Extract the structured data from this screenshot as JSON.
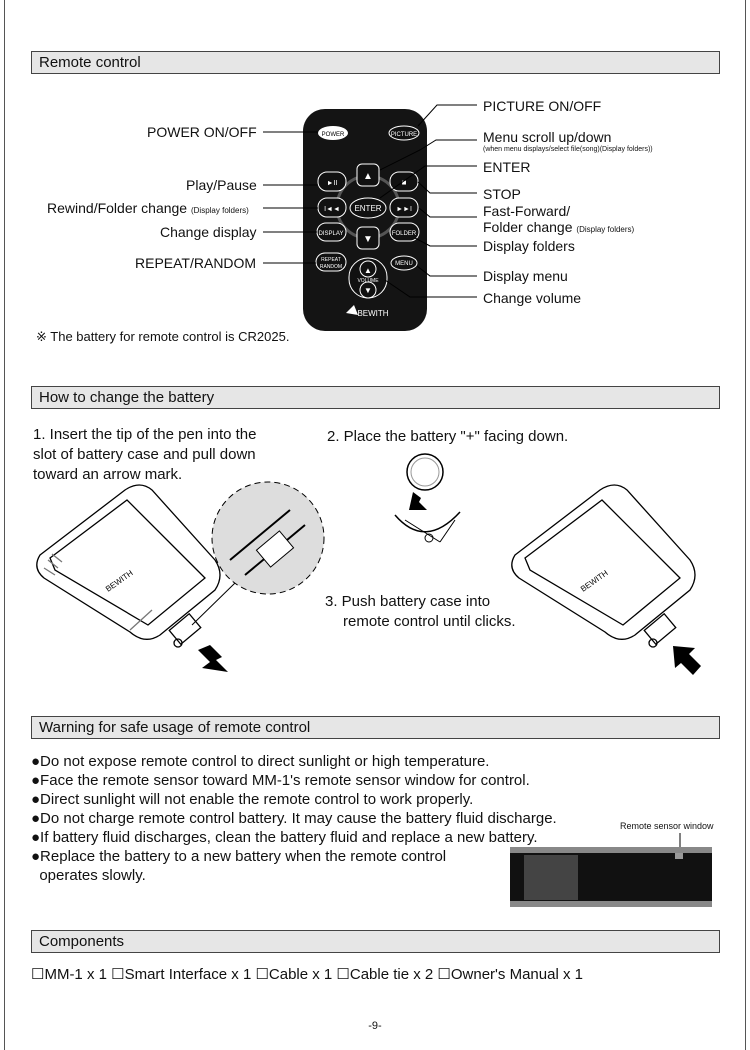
{
  "sections": {
    "remote_title": "Remote control",
    "battery_title": "How to change the battery",
    "warning_title": "Warning for safe usage of remote control",
    "components_title": "Components"
  },
  "remote": {
    "buttons": {
      "power": "POWER",
      "picture": "PICTURE",
      "play": "►II",
      "stop": "■",
      "up": "▲",
      "down": "▼",
      "rew": "I◄◄",
      "ffw": "►►I",
      "enter": "ENTER",
      "display": "DISPLAY",
      "folder": "FOLDER",
      "repeat1": "REPEAT",
      "repeat2": "RANDOM",
      "volume": "VOLUME",
      "menu": "MENU",
      "brand": "BEWITH"
    },
    "left_labels": {
      "power": "POWER ON/OFF",
      "play": "Play/Pause",
      "rewind": "Rewind/Folder change",
      "rewind_note": "(Display folders)",
      "change_display": "Change display",
      "repeat": "REPEAT/RANDOM"
    },
    "right_labels": {
      "picture": "PICTURE ON/OFF",
      "menu_scroll": "Menu scroll up/down",
      "menu_scroll_note": "(when menu displays/select file(song)(Display folders))",
      "enter": "ENTER",
      "stop": "STOP",
      "ffw1": "Fast-Forward/",
      "ffw2": "Folder change",
      "ffw_note": "(Display folders)",
      "display_folders": "Display folders",
      "display_menu": "Display menu",
      "change_volume": "Change volume"
    },
    "battery_note": "※ The battery for remote control is CR2025."
  },
  "battery": {
    "step1": [
      "1. Insert the tip of the pen into the",
      "slot of battery case and pull down",
      "toward an arrow mark."
    ],
    "step2": "2. Place the battery \"+\" facing down.",
    "step3": [
      "3. Push battery case into",
      "remote control until clicks."
    ]
  },
  "warnings": [
    "●Do not expose remote control to direct sunlight or high temperature.",
    "●Face the remote sensor toward MM-1's remote sensor window for control.",
    "●Direct sunlight will not enable the remote control to work properly.",
    "●Do not charge remote control battery.  It may cause the battery fluid discharge.",
    "●If battery fluid discharges, clean the battery fluid and replace a new battery.",
    "●Replace the battery to a new battery when the remote control",
    "  operates slowly."
  ],
  "sensor_label": "Remote sensor window",
  "components": "☐MM-1 x 1 ☐Smart Interface x 1 ☐Cable x 1 ☐Cable tie x 2 ☐Owner's Manual x 1",
  "page_number": "-9-"
}
